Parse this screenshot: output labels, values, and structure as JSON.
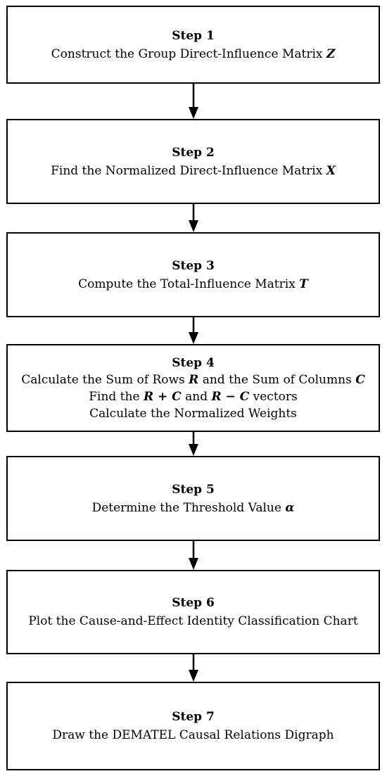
{
  "steps": [
    {
      "title": "Step 1",
      "lines": [
        [
          {
            "text": "Construct the Group Direct-Influence Matrix "
          },
          {
            "text": "Z",
            "var": true
          }
        ]
      ]
    },
    {
      "title": "Step 2",
      "lines": [
        [
          {
            "text": "Find the Normalized Direct-Influence Matrix "
          },
          {
            "text": "X",
            "var": true
          }
        ]
      ]
    },
    {
      "title": "Step 3",
      "lines": [
        [
          {
            "text": "Compute the Total-Influence Matrix "
          },
          {
            "text": "T",
            "var": true
          }
        ]
      ]
    },
    {
      "title": "Step 4",
      "lines": [
        [
          {
            "text": "Calculate the Sum of Rows "
          },
          {
            "text": "R",
            "var": true
          },
          {
            "text": " and the Sum of Columns "
          },
          {
            "text": "C",
            "var": true
          }
        ],
        [
          {
            "text": "Find the "
          },
          {
            "text": "R + C",
            "var": true
          },
          {
            "text": " and "
          },
          {
            "text": "R − C",
            "var": true
          },
          {
            "text": " vectors"
          }
        ],
        [
          {
            "text": "Calculate the Normalized Weights"
          }
        ]
      ]
    },
    {
      "title": "Step 5",
      "lines": [
        [
          {
            "text": "Determine the Threshold Value "
          },
          {
            "text": "α",
            "var": true
          }
        ]
      ]
    },
    {
      "title": "Step 6",
      "lines": [
        [
          {
            "text": "Plot the Cause-and-Effect Identity Classification Chart"
          }
        ]
      ]
    },
    {
      "title": "Step 7",
      "lines": [
        [
          {
            "text": "Draw the DEMATEL Causal Relations Digraph"
          }
        ]
      ]
    }
  ]
}
